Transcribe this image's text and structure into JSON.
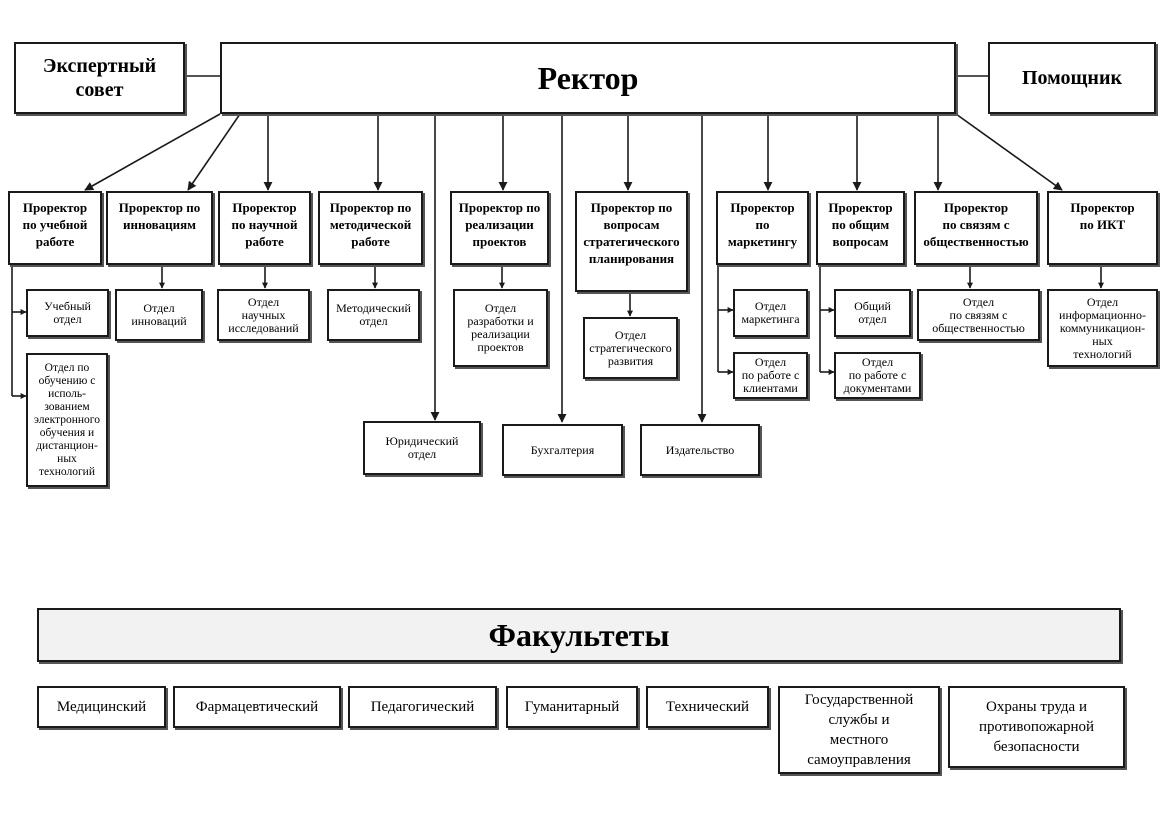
{
  "header": {
    "expert_council": "Экспертный\nсовет",
    "rector": "Ректор",
    "assistant": "Помощник"
  },
  "prorectors": [
    "Проректор\nпо учебной\nработе",
    "Проректор по\nинновациям",
    "Проректор\nпо научной\nработе",
    "Проректор по\nметодической\nработе",
    "Проректор по\nреализации\nпроектов",
    "Проректор по\nвопросам\nстратегического\nпланирования",
    "Проректор\nпо\nмаркетингу",
    "Проректор\nпо общим\nвопросам",
    "Проректор\nпо связям с\nобщественностью",
    "Проректор\nпо ИКТ"
  ],
  "departments": [
    "Учебный\nотдел",
    "Отдел по\nобучению с\nисполь-\nзованием\nэлектронного\nобучения и\nдистанцион-\nных\nтехнологий",
    "Отдел\nинноваций",
    "Отдел\nнаучных\nисследований",
    "Методический\nотдел",
    "Отдел\nразработки и\nреализации\nпроектов",
    "Отдел\nстратегического\nразвития",
    "Отдел\nмаркетинга",
    "Отдел\nпо работе с\nклиентами",
    "Общий\nотдел",
    "Отдел\nпо работе с\nдокументами",
    "Отдел\nпо связям с\nобщественностью",
    "Отдел\nинформационно-\nкоммуникацион-\nных\nтехнологий"
  ],
  "direct_units": [
    "Юридический\nотдел",
    "Бухгалтерия",
    "Издательство"
  ],
  "faculties_title": "Факультеты",
  "faculties": [
    "Медицинский",
    "Фармацевтический",
    "Педагогический",
    "Гуманитарный",
    "Технический",
    "Государственной\nслужбы и\nместного\nсамоуправления",
    "Охраны труда и\nпротивопожарной\nбезопасности"
  ],
  "colors": {
    "stroke": "#1a1a1a",
    "faculties_fill": "#f2f2f2"
  }
}
